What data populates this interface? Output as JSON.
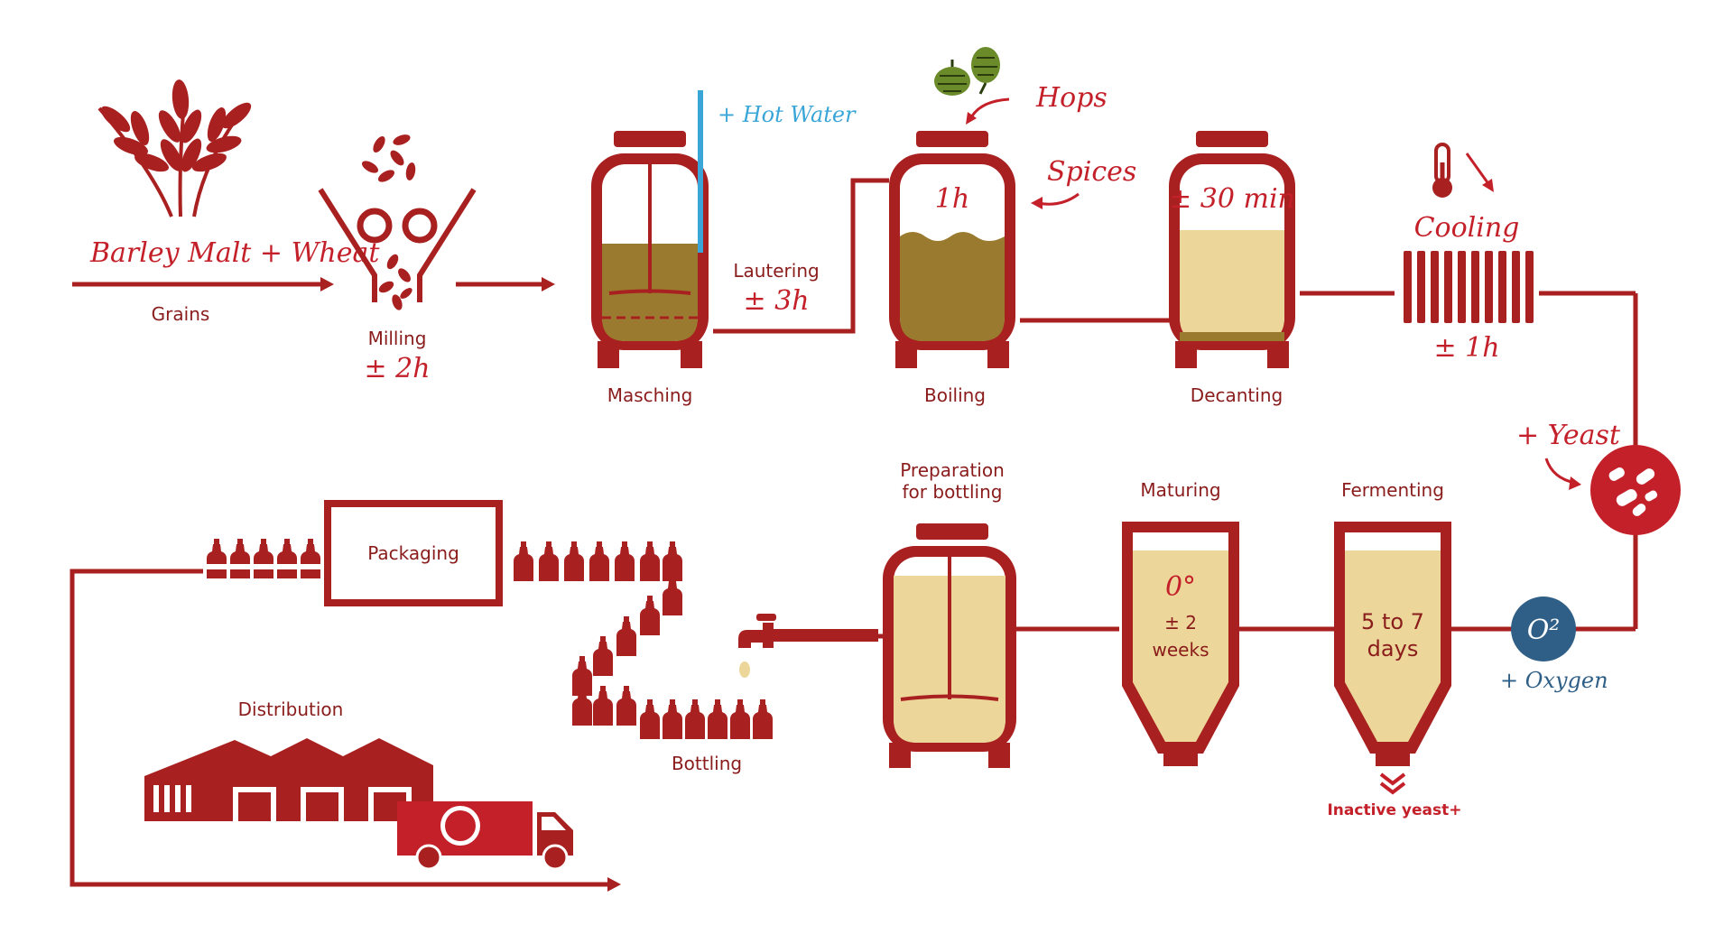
{
  "steps": {
    "grains": {
      "script": "Barley Malt + Wheat",
      "label": "Grains"
    },
    "milling": {
      "label": "Milling",
      "time": "± 2h"
    },
    "masching": {
      "label": "Masching",
      "hot_water": "+ Hot Water"
    },
    "lautering": {
      "label": "Lautering",
      "time": "± 3h"
    },
    "boiling": {
      "label": "Boiling",
      "time": "1h",
      "hops": "Hops",
      "spices": "Spices"
    },
    "decanting": {
      "label": "Decanting",
      "time": "± 30 min"
    },
    "cooling": {
      "label": "Cooling",
      "time": "± 1h"
    },
    "yeast": {
      "label": "+ Yeast"
    },
    "oxygen": {
      "badge": "O²",
      "label": "+ Oxygen"
    },
    "fermenting": {
      "label": "Fermenting",
      "duration_line1": "5 to 7",
      "duration_line2": "days",
      "byproduct": "Inactive yeast+"
    },
    "maturing": {
      "label": "Maturing",
      "temp": "0°",
      "duration_line1": "± 2",
      "duration_line2": "weeks"
    },
    "preparation": {
      "label_line1": "Preparation",
      "label_line2": "for bottling"
    },
    "bottling": {
      "label": "Bottling"
    },
    "packaging": {
      "label": "Packaging"
    },
    "distribution": {
      "label": "Distribution"
    }
  },
  "colors": {
    "brand_red": "#a8201f",
    "dark_red": "#8a1c1c",
    "bright_red": "#c4202a",
    "wort_brown": "#9a7a2e",
    "beer_light": "#ecd69a",
    "water_blue": "#3aa6d8",
    "oxygen_blue": "#2f5f86",
    "hop_green": "#6b8a2a"
  },
  "icons": [
    "wheat-icon",
    "mill-icon",
    "hops-icon",
    "thermometer-icon",
    "radiator-icon",
    "yeast-icon",
    "tap-icon",
    "bottle-icon",
    "warehouse-icon",
    "truck-icon"
  ]
}
